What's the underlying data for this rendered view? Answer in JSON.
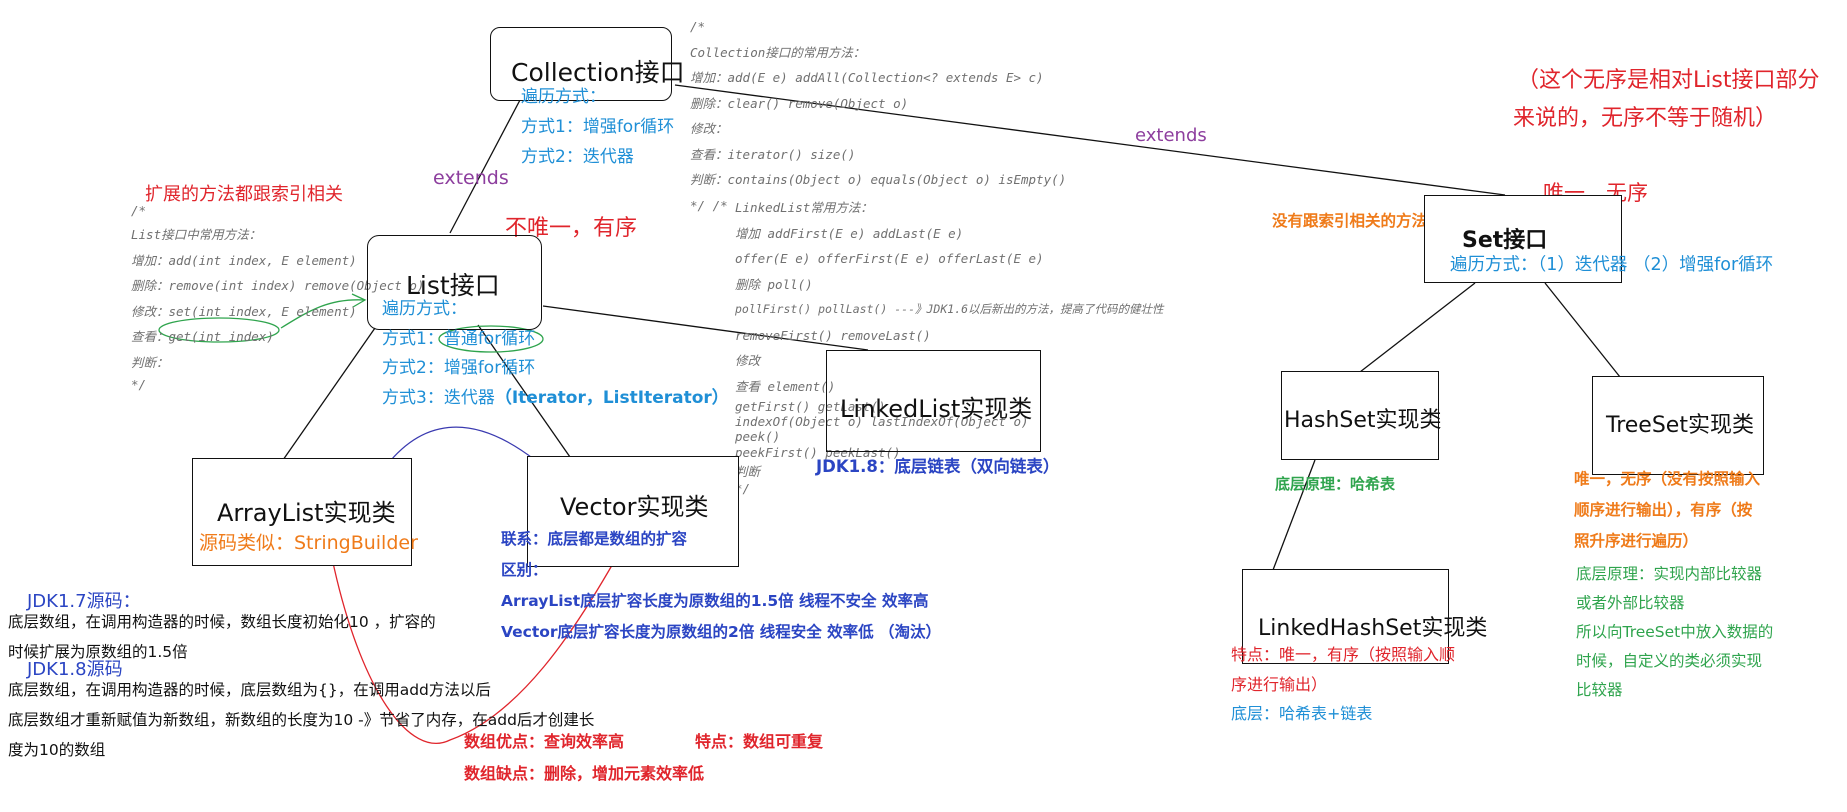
{
  "collection": {
    "title": "Collection接口",
    "traverse": [
      "遍历方式：",
      "方式1：增强for循环",
      "方式2：迭代器"
    ]
  },
  "collection_code": [
    "/*",
    "Collection接口的常用方法：",
    "增加：add(E e) addAll(Collection<? extends E> c)",
    "删除：clear() remove(Object o)",
    "修改：",
    "查看：iterator() size()",
    "判断：contains(Object o)  equals(Object o) isEmpty()",
    " */    /*"
  ],
  "linkedlist_code": [
    "LinkedList常用方法：",
    "增加 addFirst(E e) addLast(E e)",
    "     offer(E e) offerFirst(E e) offerLast(E e)",
    "删除 poll()",
    "     pollFirst() pollLast()  ---》JDK1.6以后新出的方法，提高了代码的健壮性",
    "     removeFirst() removeLast()",
    "修改",
    "查看 element()",
    "     getFirst()  getLast()",
    "     indexOf(Object o)   lastIndexOf(Object o)",
    "     peek()",
    "     peekFirst() peekLast()",
    "判断",
    "*/"
  ],
  "list": {
    "title": "List接口",
    "traverse": [
      "遍历方式：",
      "方式1：普通for循环",
      "方式2：增强for循环",
      "方式3：迭代器"
    ],
    "iterator_types": "（Iterator，ListIterator）",
    "feature": "不唯一，有序",
    "extends_label": "extends",
    "index_note": "扩展的方法都跟索引相关"
  },
  "list_code": [
    "/*",
    "List接口中常用方法：",
    "增加：add(int index, E element)",
    "删除：remove(int index)  remove(Object o)",
    "修改：set(int index, E element)",
    "查看：get(int index)",
    "判断：",
    " */"
  ],
  "arraylist": {
    "title": "ArrayList实现类",
    "source_like": "源码类似：StringBuilder",
    "jdk17_title": "JDK1.7源码：",
    "jdk17_text": [
      "底层数组，在调用构造器的时候，数组长度初始化10 ，扩容的",
      "时候扩展为原数组的1.5倍"
    ],
    "jdk18_title": "JDK1.8源码",
    "jdk18_text": [
      "底层数组，在调用构造器的时候，底层数组为{}，在调用add方法以后",
      "底层数组才重新赋值为新数组，新数组的长度为10 -》节省了内存，在add后才创建长",
      "度为10的数组"
    ],
    "advantage": "数组优点：查询效率高",
    "disadvantage": "数组缺点：删除，增加元素效率低",
    "feature": "特点：数组可重复"
  },
  "vector": {
    "title": "Vector实现类",
    "relation": "联系：底层都是数组的扩容",
    "diff_label": "区别：",
    "diff_arraylist": "ArrayList底层扩容长度为原数组的1.5倍    线程不安全  效率高",
    "diff_vector": "Vector底层扩容长度为原数组的2倍    线程安全    效率低  （淘汰）"
  },
  "linkedlist": {
    "title": "LinkedList实现类",
    "jdk": "JDK1.8：底层链表（双向链表）"
  },
  "set": {
    "title": "Set接口",
    "traverse": "遍历方式：（1）迭代器  （2）增强for循环",
    "feature": "唯一，无序",
    "no_index": "没有跟索引相关的方法",
    "extends_label": "extends",
    "note_lines": [
      "（这个无序是相对List接口部分",
      "来说的，无序不等于随机）"
    ]
  },
  "hashset": {
    "title": "HashSet实现类",
    "principle": "底层原理：哈希表"
  },
  "linkedhashset": {
    "title": "LinkedHashSet实现类",
    "feature_lines": [
      "特点：唯一，有序（按照输入顺",
      "序进行输出）"
    ],
    "bottom": "底层：哈希表+链表"
  },
  "treeset": {
    "title": "TreeSet实现类",
    "feature_lines": [
      "唯一，无序（没有按照输入",
      "顺序进行输出），有序（按",
      "照升序进行遍历）"
    ],
    "principle_lines": [
      "底层原理：实现内部比较器",
      "或者外部比较器",
      "所以向TreeSet中放入数据的",
      "时候，自定义的类必须实现",
      "比较器"
    ]
  },
  "colors": {
    "red": "#e0252c",
    "blue": "#1f8fd6",
    "navy": "#2b45c3",
    "purple": "#8d3e9e",
    "orange": "#ef7b1a",
    "green": "#2fa44d"
  }
}
